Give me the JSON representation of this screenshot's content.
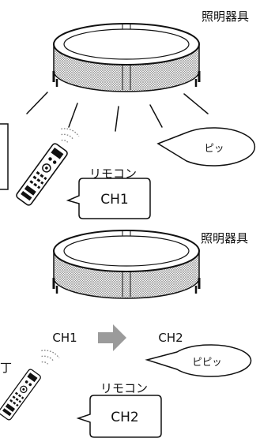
{
  "panel_top": {
    "fixture_label": "照明器具",
    "remote_label": "リモコン",
    "channel_badge": "CH1",
    "beep_text": "ピッ"
  },
  "panel_bottom": {
    "fixture_label": "照明器具",
    "remote_label": "リモコン",
    "channel_badge": "CH2",
    "from_channel": "CH1",
    "to_channel": "CH2",
    "beep_text": "ピピッ",
    "cut_glyph": "丁"
  },
  "colors": {
    "line": "#111111",
    "mesh": "#8a8a8a",
    "arrow": "#9b9b9b",
    "background": "#ffffff"
  },
  "icons": [
    "ceiling-light-icon",
    "remote-control-icon",
    "signal-waves-icon",
    "arrow-right-icon"
  ]
}
